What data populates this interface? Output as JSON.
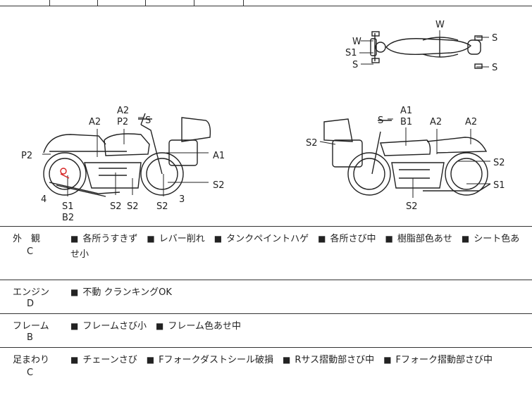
{
  "diagram": {
    "top_view": {
      "labels": [
        "W",
        "W",
        "S1",
        "S",
        "S",
        "S"
      ]
    },
    "left_side": {
      "labels": [
        "A2",
        "A2",
        "P2",
        "S",
        "P2",
        "A1",
        "S2",
        "S2",
        "S2",
        "S2",
        "S1",
        "B2",
        "4",
        "3"
      ]
    },
    "right_side": {
      "labels": [
        "A1",
        "B1",
        "S",
        "A2",
        "A2",
        "S2",
        "S2",
        "S1",
        "S2"
      ]
    }
  },
  "rows": [
    {
      "category": "外　観",
      "grade": "C",
      "items": [
        "各所うすきず",
        "レバー削れ",
        "タンクペイントハゲ",
        "各所さび中",
        "樹脂部色あせ",
        "シート色あせ小"
      ]
    },
    {
      "category": "エンジン",
      "grade": "D",
      "items": [
        "不動 クランキングOK"
      ]
    },
    {
      "category": "フレーム",
      "grade": "B",
      "items": [
        "フレームさび小",
        "フレーム色あせ中"
      ]
    },
    {
      "category": "足まわり",
      "grade": "C",
      "items": [
        "チェーンさび",
        "Fフォークダストシール破損",
        "Rサス摺動部さび中",
        "Fフォーク摺動部さび中"
      ]
    }
  ],
  "bullet": "■"
}
